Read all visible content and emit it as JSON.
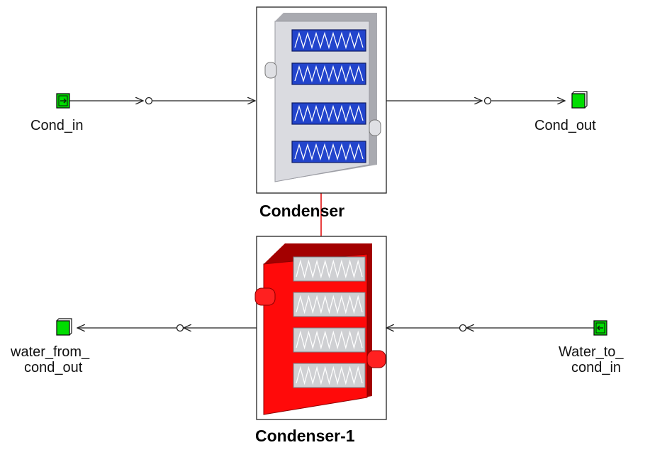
{
  "blocks": [
    {
      "id": "condenser",
      "label": "Condenser",
      "state": "inactive"
    },
    {
      "id": "condenser_1",
      "label": "Condenser-1",
      "state": "active"
    }
  ],
  "streams": {
    "cond_in": {
      "label": "Cond_in",
      "role": "feed"
    },
    "cond_out": {
      "label": "Cond_out",
      "role": "product"
    },
    "water_from_cond_out": {
      "label_line1": "water_from_",
      "label_line2": "cond_out",
      "role": "product"
    },
    "water_to_cond_in": {
      "label_line1": "Water_to_",
      "label_line2": "cond_in",
      "role": "feed"
    }
  },
  "colors": {
    "port_green": "#00dd00",
    "active_block_red": "#ff0000",
    "connector_red": "#e00000",
    "coil_blue": "#2244cc",
    "stream_line": "#222222"
  }
}
